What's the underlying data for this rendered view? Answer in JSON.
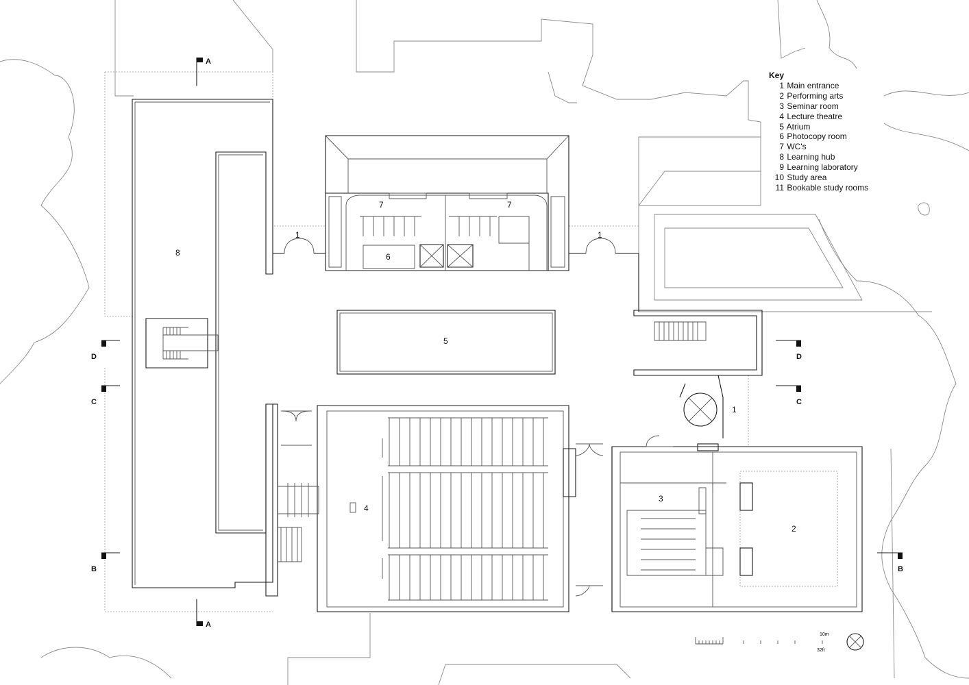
{
  "key": {
    "title": "Key",
    "items": [
      {
        "num": "1",
        "label": "Main entrance"
      },
      {
        "num": "2",
        "label": "Performing arts"
      },
      {
        "num": "3",
        "label": "Seminar room"
      },
      {
        "num": "4",
        "label": "Lecture theatre"
      },
      {
        "num": "5",
        "label": "Atrium"
      },
      {
        "num": "6",
        "label": "Photocopy room"
      },
      {
        "num": "7",
        "label": "WC's"
      },
      {
        "num": "8",
        "label": "Learning hub"
      },
      {
        "num": "9",
        "label": "Learning laboratory"
      },
      {
        "num": "10",
        "label": "Study area"
      },
      {
        "num": "11",
        "label": "Bookable study rooms"
      }
    ]
  },
  "room_labels": {
    "entrance_west": "1",
    "entrance_east": "1",
    "entrance_south": "1",
    "performing_arts": "2",
    "seminar_room": "3",
    "lecture_theatre": "4",
    "atrium": "5",
    "photocopy_room": "6",
    "wc_left": "7",
    "wc_right": "7",
    "learning_hub": "8"
  },
  "section_markers": {
    "a_top": "A",
    "a_bottom": "A",
    "b_left": "B",
    "b_right": "B",
    "c_left": "C",
    "c_right": "C",
    "d_left": "D",
    "d_right": "D"
  },
  "scale_bar": {
    "metric": "10m",
    "imperial": "32ft"
  },
  "colors": {
    "line": "#1a1a1a",
    "context": "#8a8a8a",
    "background": "#ffffff"
  }
}
